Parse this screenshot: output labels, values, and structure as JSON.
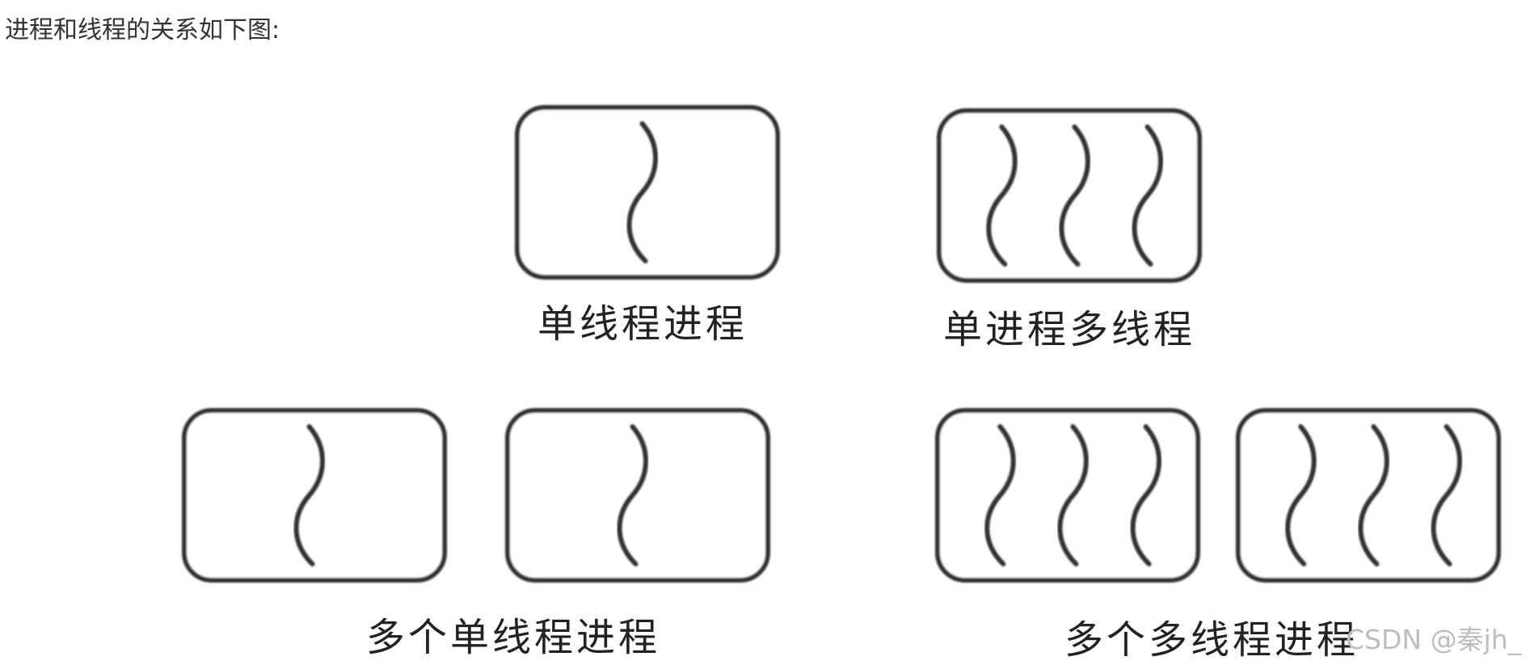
{
  "intro_text": "进程和线程的关系如下图:",
  "diagram": {
    "single_thread_process": {
      "label": "单线程进程",
      "threads": 1
    },
    "single_process_multi_thread": {
      "label": "单进程多线程",
      "threads": 3
    },
    "multiple_single_thread_processes": {
      "label": "多个单线程进程",
      "processes": 2,
      "threads_each": 1
    },
    "multiple_multi_thread_processes": {
      "label": "多个多线程进程",
      "processes": 2,
      "threads_each": 3
    }
  },
  "watermark": "CSDN @秦jh_"
}
